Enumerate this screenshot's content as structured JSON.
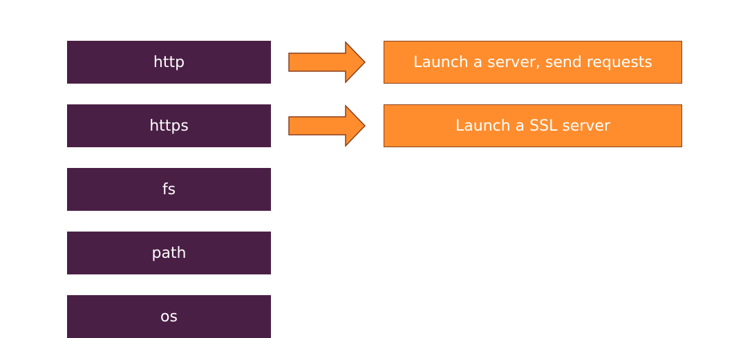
{
  "modules": [
    {
      "label": "http"
    },
    {
      "label": "https"
    },
    {
      "label": "fs"
    },
    {
      "label": "path"
    },
    {
      "label": "os"
    }
  ],
  "descriptions": [
    {
      "label": "Launch a server, send requests"
    },
    {
      "label": "Launch a SSL server"
    }
  ],
  "colors": {
    "module_bg": "#4a1f45",
    "description_bg": "#ff8d2e",
    "arrow_fill": "#ff8d2e",
    "arrow_stroke": "#8a3e18"
  }
}
